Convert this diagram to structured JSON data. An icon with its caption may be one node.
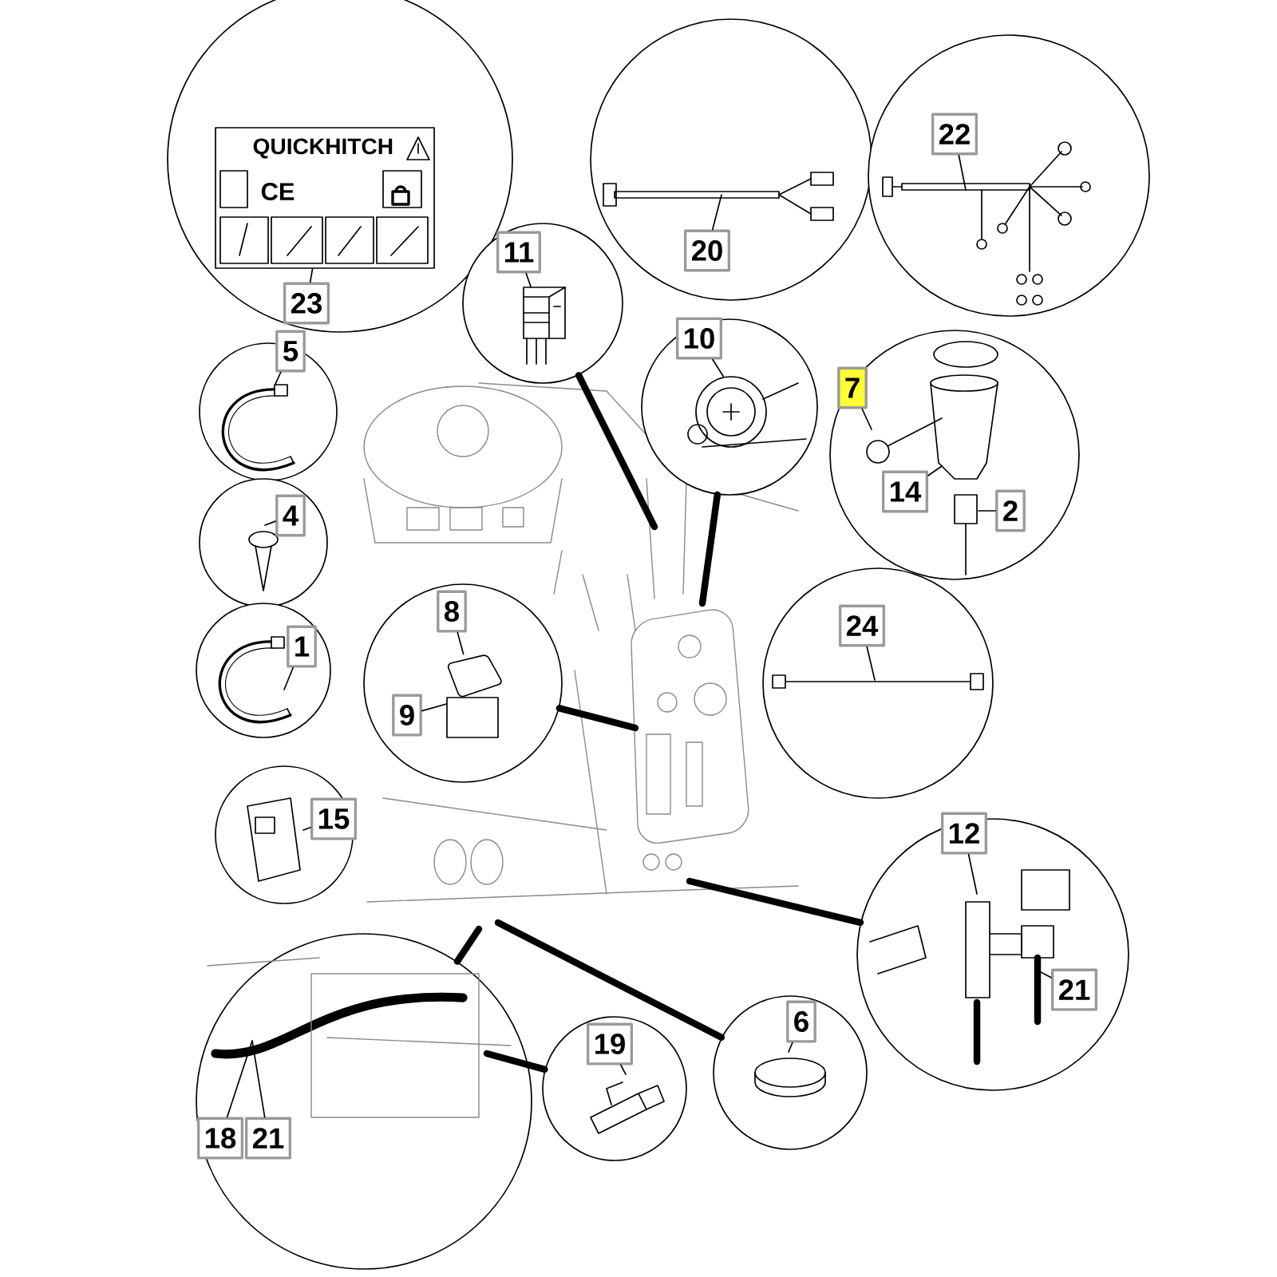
{
  "diagram": {
    "nodes": [
      {
        "text": [],
        "shape": "circle"
      },
      {
        "text": [
          "23"
        ],
        "in": 0
      },
      {
        "text": [],
        "shape": "circle"
      },
      {
        "text": [
          "20"
        ],
        "in": 2
      },
      {
        "text": [],
        "shape": "circle"
      },
      {
        "text": [
          "22"
        ],
        "in": 4
      },
      {
        "text": [],
        "shape": "circle"
      },
      {
        "text": [
          "11"
        ],
        "in": 6
      },
      {
        "text": [],
        "shape": "circle"
      },
      {
        "text": [
          "5"
        ],
        "in": 8
      },
      {
        "text": [],
        "shape": "circle"
      },
      {
        "text": [
          "10"
        ],
        "in": 10
      },
      {
        "text": [],
        "shape": "circle"
      },
      {
        "text": [
          "7"
        ],
        "in": 12
      },
      {
        "text": [
          "14"
        ],
        "in": 12
      },
      {
        "text": [
          "2"
        ],
        "in": 12
      },
      {
        "text": [],
        "shape": "circle"
      },
      {
        "text": [
          "4"
        ],
        "in": 16
      },
      {
        "text": [],
        "shape": "circle"
      },
      {
        "text": [
          "1"
        ],
        "in": 18
      },
      {
        "text": [],
        "shape": "circle"
      },
      {
        "text": [
          "8"
        ],
        "in": 20
      },
      {
        "text": [
          "9"
        ],
        "in": 20
      },
      {
        "text": [],
        "shape": "circle"
      },
      {
        "text": [
          "24"
        ],
        "in": 23
      },
      {
        "text": [],
        "shape": "circle"
      },
      {
        "text": [
          "15"
        ],
        "in": 25
      },
      {
        "text": [],
        "shape": "circle"
      },
      {
        "text": [
          "12"
        ],
        "in": 27
      },
      {
        "text": [
          "21"
        ],
        "in": 27
      },
      {
        "text": [],
        "shape": "circle"
      },
      {
        "text": [
          "18"
        ],
        "in": 30
      },
      {
        "text": [
          "21"
        ],
        "in": 30
      },
      {
        "text": [],
        "shape": "circle"
      },
      {
        "text": [
          "19"
        ],
        "in": 33
      },
      {
        "text": [],
        "shape": "circle"
      },
      {
        "text": [
          "6"
        ],
        "in": 35
      },
      {
        "text": [],
        "shape": "picture",
        "in": 0
      },
      {
        "text": [],
        "shape": "picture",
        "in": 6
      },
      {
        "text": [],
        "shape": "picture",
        "in": 8
      },
      {
        "text": [],
        "shape": "picture",
        "in": 10
      },
      {
        "text": [],
        "shape": "picture",
        "in": 20
      }
    ],
    "edges": [
      {
        "from": 1,
        "to": 37,
        "arrow": "none"
      },
      {
        "from": 3,
        "to": null,
        "arrow": "none"
      },
      {
        "from": 5,
        "to": null,
        "arrow": "none"
      },
      {
        "from": 7,
        "to": 38,
        "arrow": "none"
      },
      {
        "from": 9,
        "to": 39,
        "arrow": "none"
      },
      {
        "from": 11,
        "to": 40,
        "arrow": "none"
      },
      {
        "from": 13,
        "to": null,
        "arrow": "none"
      },
      {
        "from": 14,
        "to": null,
        "arrow": "none"
      },
      {
        "from": 15,
        "to": null,
        "arrow": "none"
      },
      {
        "from": 17,
        "to": null,
        "arrow": "none"
      },
      {
        "from": 19,
        "to": null,
        "arrow": "none"
      },
      {
        "from": 21,
        "to": 41,
        "arrow": "none"
      },
      {
        "from": 22,
        "to": 41,
        "arrow": "none"
      },
      {
        "from": 24,
        "to": null,
        "arrow": "none"
      },
      {
        "from": 26,
        "to": null,
        "arrow": "none"
      },
      {
        "from": 28,
        "to": null,
        "arrow": "none"
      },
      {
        "from": 29,
        "to": null,
        "arrow": "none"
      },
      {
        "from": 31,
        "to": null,
        "arrow": "none"
      },
      {
        "from": 32,
        "to": null,
        "arrow": "none"
      },
      {
        "from": 34,
        "to": null,
        "arrow": "none"
      },
      {
        "from": 36,
        "to": null,
        "arrow": "none"
      },
      {
        "from": 6,
        "to": null,
        "arrow": "none",
        "style": "thick"
      },
      {
        "from": 10,
        "to": null,
        "arrow": "none",
        "style": "thick"
      },
      {
        "from": 20,
        "to": null,
        "arrow": "none",
        "style": "thick"
      },
      {
        "from": 27,
        "to": null,
        "arrow": "none",
        "style": "thick"
      },
      {
        "from": 30,
        "to": null,
        "arrow": "none",
        "style": "thick"
      },
      {
        "from": 33,
        "to": null,
        "arrow": "none",
        "style": "thick"
      },
      {
        "from": 35,
        "to": null,
        "arrow": "none",
        "style": "thick"
      }
    ],
    "labels": [
      "QUICKHITCH",
      "CE"
    ]
  }
}
